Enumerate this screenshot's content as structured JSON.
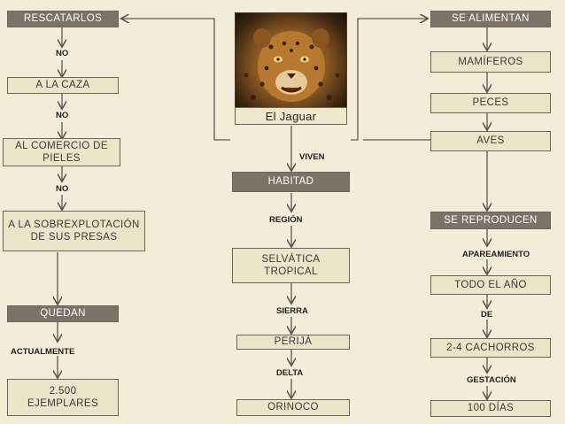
{
  "title": "El Jaguar",
  "photo_label": "jaguar-photo",
  "left": {
    "rescatarlos": "RESCATARLOS",
    "no1": "NO",
    "caza": "A LA CAZA",
    "no2": "NO",
    "comercio": "AL COMERCIO DE PIELES",
    "no3": "NO",
    "sobre": "A LA SOBREXPLOTACIÓN DE SUS PRESAS",
    "quedan": "QUEDAN",
    "actualmente": "ACTUALMENTE",
    "ejemplares": "2.500 EJEMPLARES"
  },
  "center": {
    "viven": "VIVEN",
    "habitad": "HABITAD",
    "region": "REGIÓN",
    "selvatica": "SELVÁTICA TROPICAL",
    "sierra": "SIERRA",
    "perija": "PERIJÁ",
    "delta": "DELTA",
    "orinoco": "ORINOCO"
  },
  "right": {
    "alimentan": "SE ALIMENTAN",
    "mamiferos": "MAMÍFEROS",
    "peces": "PECES",
    "aves": "AVES",
    "reproducen": "SE REPRODUCEN",
    "apareamiento": "APAREAMIENTO",
    "todo": "TODO EL AÑO",
    "de": "DE",
    "cachorros": "2-4 CACHORROS",
    "gestacion": "GESTACIÓN",
    "dias": "100 DÍAS"
  },
  "colors": {
    "dark_box": "#7d7268",
    "light_box": "#ece4c9",
    "background": "#f3ecd8",
    "line": "#5c5650"
  }
}
